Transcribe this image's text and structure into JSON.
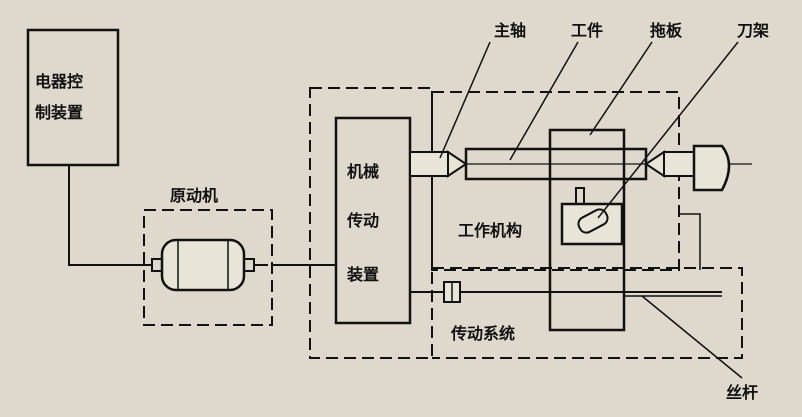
{
  "labels": {
    "electrical_control": [
      "电器控",
      "制装置"
    ],
    "prime_mover": "原动机",
    "mechanical_transmission": [
      "机械",
      "传动",
      "装置"
    ],
    "spindle": "主轴",
    "workpiece": "工件",
    "carriage": "拖板",
    "tool_holder": "刀架",
    "working_mechanism": "工作机构",
    "transmission_system": "传动系统",
    "lead_screw": "丝杆"
  },
  "colors": {
    "background": "#ded9cc",
    "ink": "#111111"
  }
}
